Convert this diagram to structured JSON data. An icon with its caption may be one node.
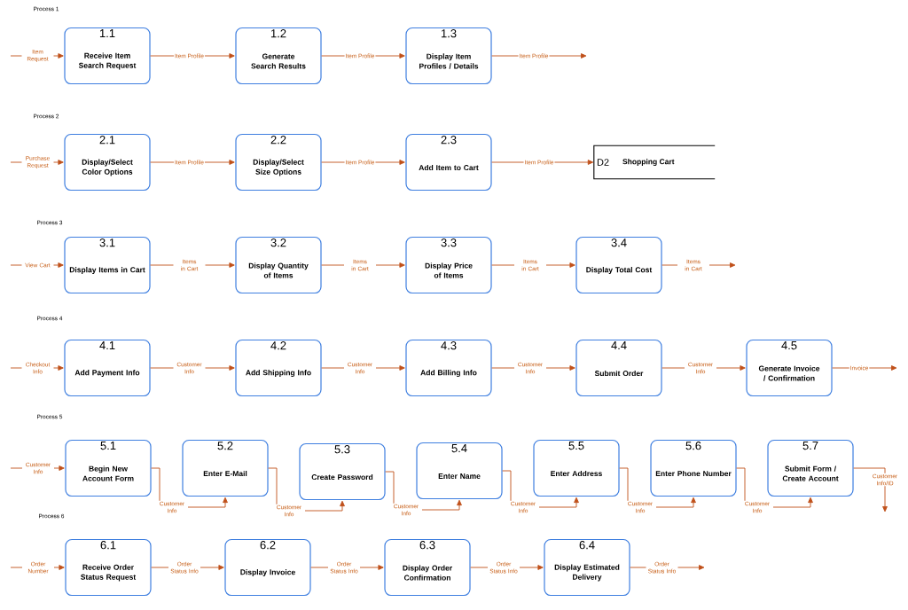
{
  "diagram": {
    "nodes": [
      {
        "text": [
          "1.1",
          "Receive Item Search Request"
        ]
      },
      {
        "text": [
          "1.2",
          "Generate Search Results"
        ]
      },
      {
        "text": [
          "1.3",
          "Display Item Profiles / Details"
        ]
      },
      {
        "text": [
          "2.1",
          "Display/Select Color Options"
        ]
      },
      {
        "text": [
          "2.2",
          "Display/Select Size Options"
        ]
      },
      {
        "text": [
          "2.3",
          "Add Item to Cart"
        ]
      },
      {
        "text": [
          "D2",
          "Shopping Cart"
        ]
      },
      {
        "text": [
          "3.1",
          "Display Items in Cart"
        ]
      },
      {
        "text": [
          "3.2",
          "Display Quantity of Items"
        ]
      },
      {
        "text": [
          "3.3",
          "Display Price of Items"
        ]
      },
      {
        "text": [
          "3.4",
          "Display Total Cost"
        ]
      },
      {
        "text": [
          "4.1",
          "Add Payment Info"
        ]
      },
      {
        "text": [
          "4.2",
          "Add Shipping Info"
        ]
      },
      {
        "text": [
          "4.3",
          "Add Billing Info"
        ]
      },
      {
        "text": [
          "4.4",
          "Submit Order"
        ]
      },
      {
        "text": [
          "4.5",
          "Generate Invoice / Confirmation"
        ]
      },
      {
        "text": [
          "5.1",
          "Begin New Account Form"
        ]
      },
      {
        "text": [
          "5.2",
          "Enter E-Mail"
        ]
      },
      {
        "text": [
          "5.3",
          "Create Password"
        ]
      },
      {
        "text": [
          "5.4",
          "Enter Name"
        ]
      },
      {
        "text": [
          "5.5",
          "Enter Address"
        ]
      },
      {
        "text": [
          "5.6",
          "Enter Phone Number"
        ]
      },
      {
        "text": [
          "5.7",
          "Submit Form / Create Account"
        ]
      },
      {
        "text": [
          "6.1",
          "Receive Order Status Request"
        ]
      },
      {
        "text": [
          "6.2",
          "Display Invoice"
        ]
      },
      {
        "text": [
          "6.3",
          "Display Order Confirmation"
        ]
      },
      {
        "text": [
          "6.4",
          "Display Estimated Delivery"
        ]
      }
    ],
    "edges": [
      {
        "from": null,
        "to": 0,
        "arrow": "to",
        "label": "Item Request"
      },
      {
        "from": 0,
        "to": 1,
        "arrow": "to",
        "label": "Item Profile"
      },
      {
        "from": 1,
        "to": 2,
        "arrow": "to",
        "label": "Item Profile"
      },
      {
        "from": 2,
        "to": null,
        "arrow": "to",
        "label": "Item Profile"
      },
      {
        "from": null,
        "to": 3,
        "arrow": "to",
        "label": "Purchase Request"
      },
      {
        "from": 3,
        "to": 4,
        "arrow": "to",
        "label": "Item Profile"
      },
      {
        "from": 4,
        "to": 5,
        "arrow": "to",
        "label": "Item Profile"
      },
      {
        "from": 5,
        "to": 6,
        "arrow": "to",
        "label": "Item Profile"
      },
      {
        "from": null,
        "to": 7,
        "arrow": "to",
        "label": "View Cart"
      },
      {
        "from": 7,
        "to": 8,
        "arrow": "to",
        "label": "Items in Cart"
      },
      {
        "from": 8,
        "to": 9,
        "arrow": "to",
        "label": "Items in Cart"
      },
      {
        "from": 9,
        "to": 10,
        "arrow": "to",
        "label": "Items in Cart"
      },
      {
        "from": 10,
        "to": null,
        "arrow": "to",
        "label": "Items in Cart"
      },
      {
        "from": null,
        "to": 11,
        "arrow": "to",
        "label": "Checkout Info"
      },
      {
        "from": 11,
        "to": 12,
        "arrow": "to",
        "label": "Customer Info"
      },
      {
        "from": 12,
        "to": 13,
        "arrow": "to",
        "label": "Customer Info"
      },
      {
        "from": 13,
        "to": 14,
        "arrow": "to",
        "label": "Customer Info"
      },
      {
        "from": 14,
        "to": 15,
        "arrow": "to",
        "label": "Customer Info"
      },
      {
        "from": 15,
        "to": null,
        "arrow": "to",
        "label": "Invoice"
      },
      {
        "from": null,
        "to": 16,
        "arrow": "to",
        "label": "Customer Info"
      },
      {
        "from": 16,
        "to": 17,
        "arrow": "to",
        "label": "Customer Info"
      },
      {
        "from": 17,
        "to": 18,
        "arrow": "to",
        "label": "Customer Info"
      },
      {
        "from": 18,
        "to": 19,
        "arrow": "to",
        "label": "Customer Info"
      },
      {
        "from": 19,
        "to": 20,
        "arrow": "to",
        "label": "Customer Info"
      },
      {
        "from": 20,
        "to": 21,
        "arrow": "to",
        "label": "Customer Info"
      },
      {
        "from": 21,
        "to": 22,
        "arrow": "to",
        "label": "Customer Info"
      },
      {
        "from": 22,
        "to": null,
        "arrow": "to",
        "label": "Customer Info/ID"
      },
      {
        "from": null,
        "to": 23,
        "arrow": "to",
        "label": "Order Number"
      },
      {
        "from": 23,
        "to": 24,
        "arrow": "to",
        "label": "Order Status Info"
      },
      {
        "from": 24,
        "to": 25,
        "arrow": "to",
        "label": "Order Status Info"
      },
      {
        "from": 25,
        "to": 26,
        "arrow": "to",
        "label": "Order Status Info"
      },
      {
        "from": 26,
        "to": null,
        "arrow": "to",
        "label": "Order Status Info"
      }
    ],
    "labels": [
      "Process 1",
      "Process 2",
      "Process 3",
      "Process 4",
      "Process 5",
      "Process 6"
    ]
  }
}
